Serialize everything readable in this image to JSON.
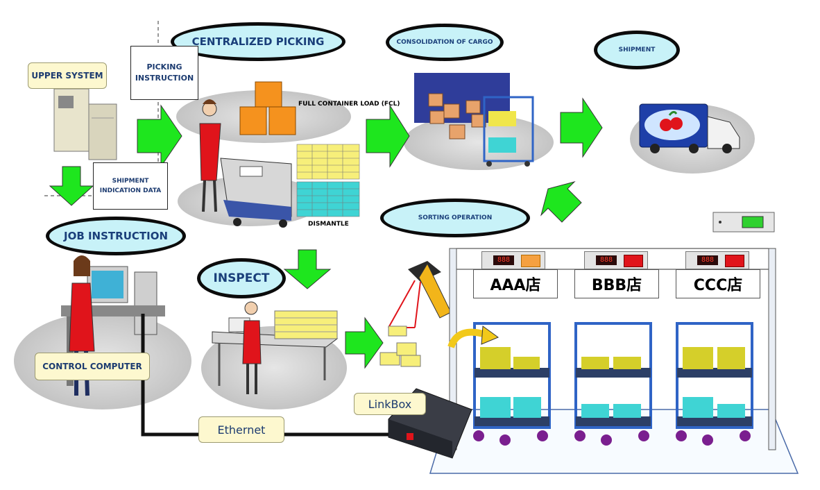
{
  "labels": {
    "centralized_picking": "CENTRALIZED PICKING",
    "consolidation_of_cargo": "CONSOLIDATION OF CARGO",
    "shipment": "SHIPMENT",
    "sorting_operation": "SORTING OPERATION",
    "job_instruction": "JOB INSTRUCTION",
    "inspect": "INSPECT",
    "upper_system": "UPPER SYSTEM",
    "picking_instruction": "PICKING\nINSTRUCTION",
    "shipment_indication_data": "SHIPMENT\nINDICATION DATA",
    "full_container_load": "FULL CONTAINER LOAD (FCL)",
    "dismantle": "DISMANTLE",
    "control_computer": "CONTROL COMPUTER",
    "ethernet": "Ethernet",
    "linkbox": "LinkBox"
  },
  "stores": [
    "AAA店",
    "BBB店",
    "CCC店"
  ],
  "displays": [
    "888",
    "888",
    "888"
  ],
  "icons": [
    "server-icon",
    "worker-icon",
    "truck-icon",
    "scanner-icon",
    "computer-icon",
    "cart-icon",
    "linkbox-icon",
    "box-icon",
    "arrow-icon"
  ],
  "colors": {
    "ellipse_fill": "#c8f2f8",
    "arrow_green": "#1ee61e",
    "label_yellow": "#fdf8cf",
    "text_blue": "#1c3b70",
    "orange_box": "#f5921e",
    "yellow_box": "#f7ef7a",
    "cyan_box": "#3fd4d4"
  }
}
